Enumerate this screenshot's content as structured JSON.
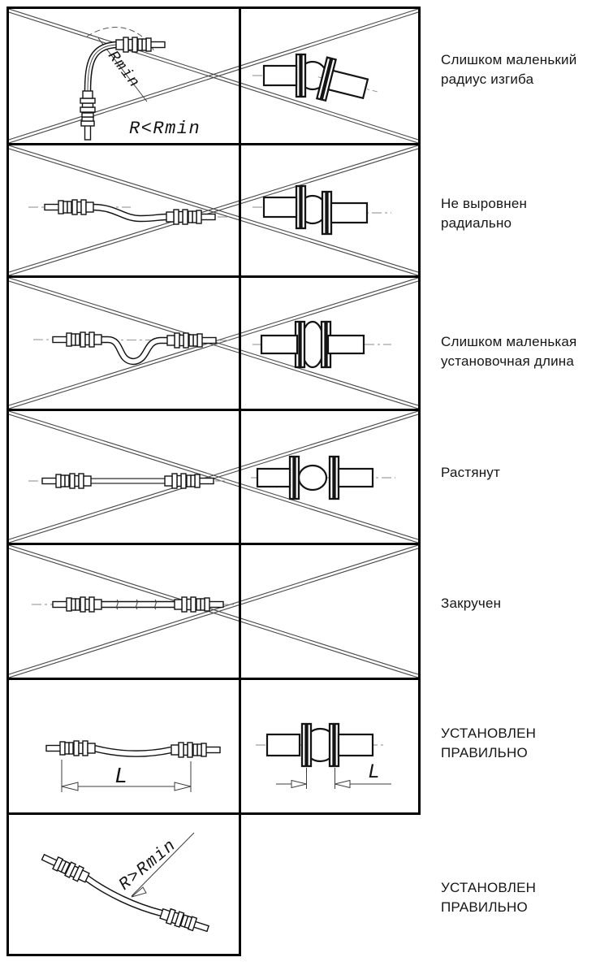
{
  "figure": {
    "background": "#ffffff",
    "line_color": "#000000",
    "cross_color": "#4d4d4d",
    "rows": [
      {
        "key": "bend-radius-too-small",
        "status": "wrong",
        "crossed": true,
        "label": "Слишком маленький радиус изгиба",
        "annotations": {
          "radius": "Rmin",
          "condition": "R<Rmin"
        }
      },
      {
        "key": "not-aligned-radially",
        "status": "wrong",
        "crossed": true,
        "label": "Не выровнен радиально"
      },
      {
        "key": "installation-length-too-small",
        "status": "wrong",
        "crossed": true,
        "label": "Слишком маленькая установочная длина"
      },
      {
        "key": "stretched",
        "status": "wrong",
        "crossed": true,
        "label": "Растянут"
      },
      {
        "key": "twisted",
        "status": "wrong",
        "crossed": true,
        "label": "Закручен"
      },
      {
        "key": "installed-correctly-straight",
        "status": "correct",
        "crossed": false,
        "label": "УСТАНОВЛЕН ПРАВИЛЬНО",
        "annotations": {
          "length_hose": "L",
          "length_joint": "L"
        }
      },
      {
        "key": "installed-correctly-curved",
        "status": "correct",
        "crossed": false,
        "label": "УСТАНОВЛЕН ПРАВИЛЬНО",
        "annotations": {
          "condition": "R>Rmin"
        }
      }
    ]
  }
}
